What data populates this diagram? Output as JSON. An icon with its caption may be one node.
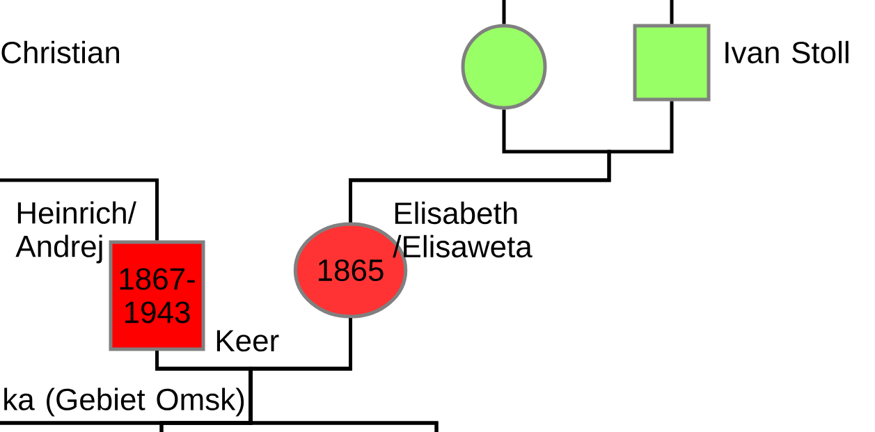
{
  "diagram": {
    "nodes": [
      {
        "text": [],
        "shape": "circle"
      },
      {
        "text": [],
        "shape": "box",
        "beside": [
          "Ivan Stoll"
        ]
      },
      {
        "text": [
          "1867-1943"
        ],
        "beside": [
          "Heinrich/ Andrej",
          "Keer"
        ]
      },
      {
        "text": [
          "1865"
        ],
        "beside": [
          "Elisabeth /Elisaweta"
        ]
      }
    ],
    "edges": [
      {
        "from": null,
        "to": 0,
        "arrow": "none"
      },
      {
        "from": null,
        "to": 1,
        "arrow": "none"
      },
      {
        "from": 0,
        "to": 3,
        "arrow": "none"
      },
      {
        "from": 1,
        "to": 3,
        "arrow": "none"
      },
      {
        "from": null,
        "to": 2,
        "arrow": "none"
      },
      {
        "from": 2,
        "to": null,
        "arrow": "none"
      },
      {
        "from": 2,
        "to": null,
        "arrow": "none"
      },
      {
        "from": 2,
        "to": null,
        "arrow": "none"
      },
      {
        "from": 3,
        "to": null,
        "arrow": "none"
      },
      {
        "from": 3,
        "to": null,
        "arrow": "none"
      },
      {
        "from": 3,
        "to": null,
        "arrow": "none"
      }
    ],
    "labels": [
      "Christian",
      "ka (Gebiet Omsk)"
    ]
  }
}
